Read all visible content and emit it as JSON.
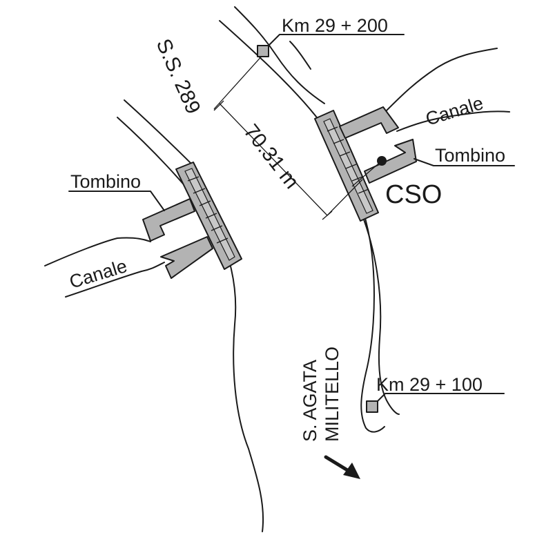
{
  "road_name": "S.S. 289",
  "distance_label": "70.31 m",
  "markers": {
    "km_upper": "Km 29 + 200",
    "km_lower": "Km 29 + 100"
  },
  "labels": {
    "canale_left": "Canale",
    "canale_right": "Canale",
    "tombino_left": "Tombino",
    "tombino_right": "Tombino",
    "cso": "CSO"
  },
  "direction": {
    "line1": "S. AGATA",
    "line2": "MILITELLO"
  },
  "colors": {
    "structure_fill": "#b3b3b3",
    "ink": "#1a1a1a"
  }
}
